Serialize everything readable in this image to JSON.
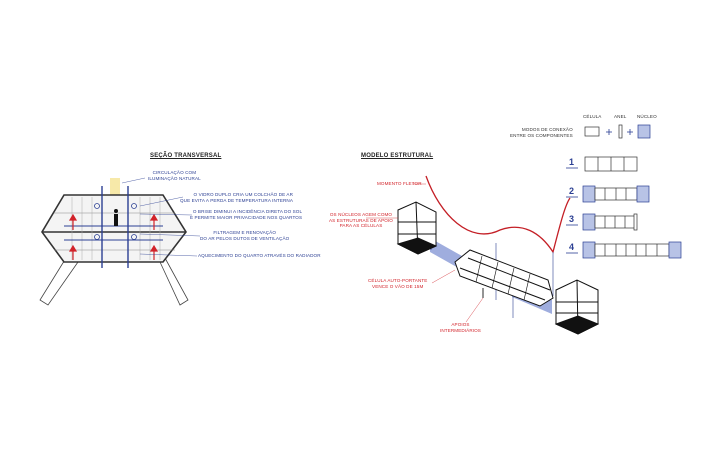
{
  "section": {
    "title": "SEÇÃO TRANSVERSAL",
    "notes": [
      {
        "lines": [
          "CIRCULAÇÃO COM",
          "ILUMINAÇÃO NATURAL"
        ]
      },
      {
        "lines": [
          "O VIDRO DUPLO CRIA UM COLCHÃO DE AR",
          "QUE EVITA A PERDA DE TEMPERATURA INTERNA"
        ]
      },
      {
        "lines": [
          "O BRISE DIMINUI A INCIDÊNCIA DIRETA DO SOL",
          "E PERMITE MAIOR PRIVACIDADE NOS QUARTOS"
        ]
      },
      {
        "lines": [
          "FILTRAGEM E RENOVAÇÃO",
          "DO AR PELOS  DUTOS DE VENTILAÇÃO"
        ]
      },
      {
        "lines": [
          "AQUECIMENTO DO QUARTO ATRAVÉS DO RADIADOR"
        ]
      }
    ]
  },
  "structure": {
    "title": "MODELO ESTRUTURAL",
    "moment": "MOMENTO FLETOR",
    "nuclei": [
      "OS NÚCLEOS AGEM COMO",
      "AS ESTRUTURAS DE APOIO",
      "PARA AS CÉLULAS"
    ],
    "cell": [
      "CÉLULA AUTO-PORTANTE",
      "VENCE O VÃO DE 15M"
    ],
    "supports": [
      "APOIOS",
      "INTERMEDIÁRIOS"
    ]
  },
  "connections": {
    "headers": [
      "CÉLULA",
      "ANEL",
      "NÚCLEO"
    ],
    "modes": [
      "MODOS DE CONEXÃO",
      "ENTRE OS COMPONENTES"
    ],
    "rows": [
      "1",
      "2",
      "3",
      "4"
    ],
    "colors": {
      "blue": "#2b3f93",
      "fill": "#b8c3e6",
      "red": "#d2232a"
    }
  }
}
